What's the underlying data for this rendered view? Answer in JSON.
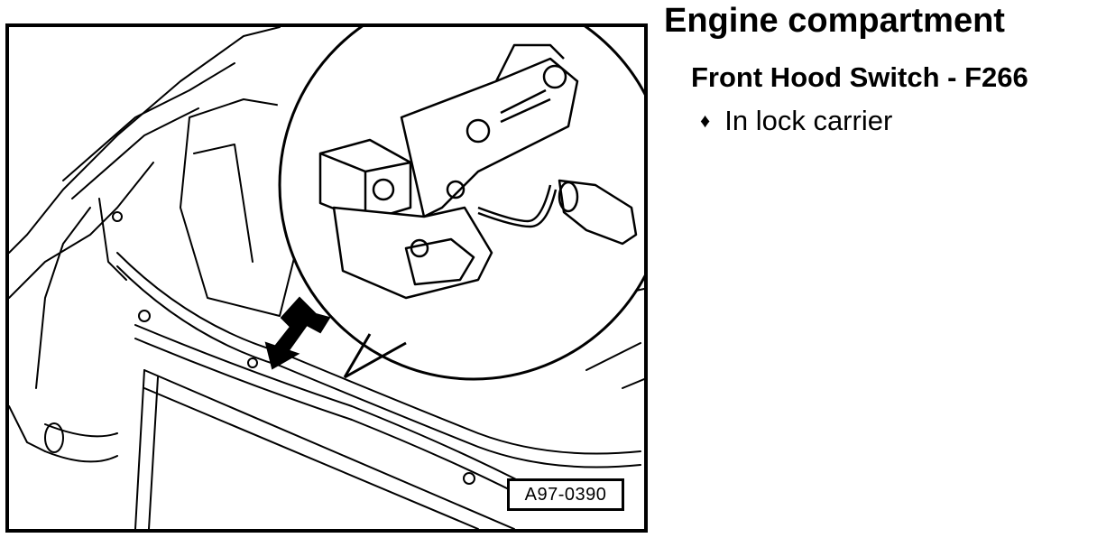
{
  "heading": {
    "title": "Engine compartment",
    "subtitle": "Front Hood Switch - F266"
  },
  "bullets": [
    {
      "symbol": "♦",
      "text": "In lock carrier"
    }
  ],
  "figure": {
    "id_label": "A97-0390"
  }
}
